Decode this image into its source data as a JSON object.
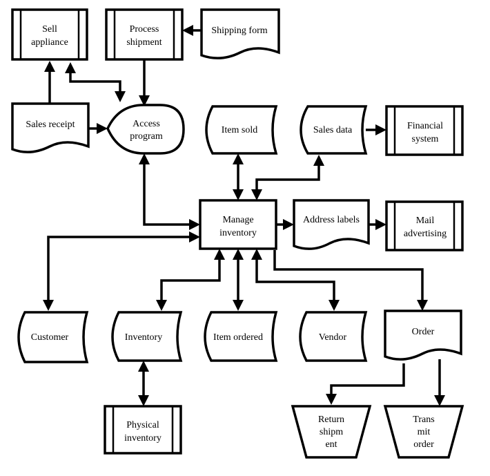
{
  "nodes": {
    "sell_appliance": [
      "Sell",
      "appliance"
    ],
    "process_shipment": [
      "Process",
      "shipment"
    ],
    "shipping_form": [
      "Shipping form"
    ],
    "sales_receipt": [
      "Sales receipt"
    ],
    "access_program": [
      "Access",
      "program"
    ],
    "item_sold": [
      "Item sold"
    ],
    "sales_data": [
      "Sales data"
    ],
    "financial_system": [
      "Financial",
      "system"
    ],
    "manage_inventory": [
      "Manage",
      "inventory"
    ],
    "address_labels": [
      "Address labels"
    ],
    "mail_advertising": [
      "Mail",
      "advertising"
    ],
    "customer": [
      "Customer"
    ],
    "inventory": [
      "Inventory"
    ],
    "item_ordered": [
      "Item ordered"
    ],
    "vendor": [
      "Vendor"
    ],
    "order": [
      "Order"
    ],
    "physical_inventory": [
      "Physical",
      "inventory"
    ],
    "return_shipment": [
      "Return",
      "shipm",
      "ent"
    ],
    "transmit_order": [
      "Trans",
      "mit",
      "order"
    ]
  }
}
